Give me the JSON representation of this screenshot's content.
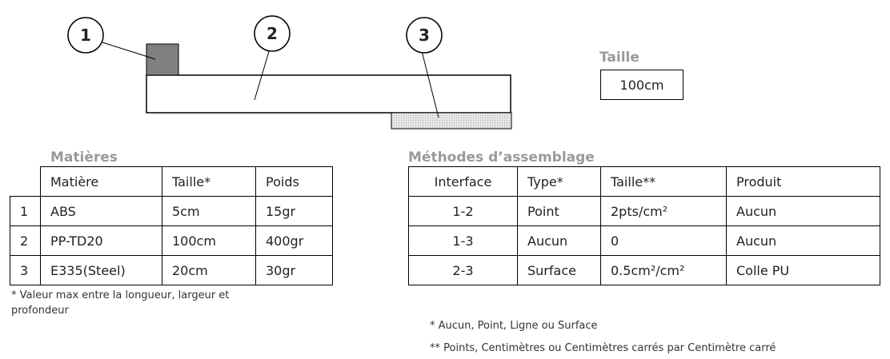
{
  "callouts": [
    "1",
    "2",
    "3"
  ],
  "size_panel": {
    "title": "Taille",
    "value": "100cm"
  },
  "materials": {
    "title": "Matières",
    "headers": [
      "",
      "Matière",
      "Taille*",
      "Poids"
    ],
    "rows": [
      [
        "1",
        "ABS",
        "5cm",
        "15gr"
      ],
      [
        "2",
        "PP-TD20",
        "100cm",
        "400gr"
      ],
      [
        "3",
        "E335(Steel)",
        "20cm",
        "30gr"
      ]
    ],
    "note": "* Valeur max entre la longueur, largeur et profondeur"
  },
  "assembly": {
    "title": "Méthodes d’assemblage",
    "headers": [
      "Interface",
      "Type*",
      "Taille**",
      "Produit"
    ],
    "rows": [
      [
        "1-2",
        "Point",
        "2pts/cm²",
        "Aucun"
      ],
      [
        "1-3",
        "Aucun",
        "0",
        "Aucun"
      ],
      [
        "2-3",
        "Surface",
        "0.5cm²/cm²",
        "Colle PU"
      ]
    ],
    "note1": "* Aucun, Point, Ligne ou Surface",
    "note2": "** Points, Centimètres ou Centimètres carrés par Centimètre carré"
  },
  "colors": {
    "part1_fill": "#808080",
    "part3_fill": "#d9d9d9",
    "section_title": "#9a9a9a"
  }
}
